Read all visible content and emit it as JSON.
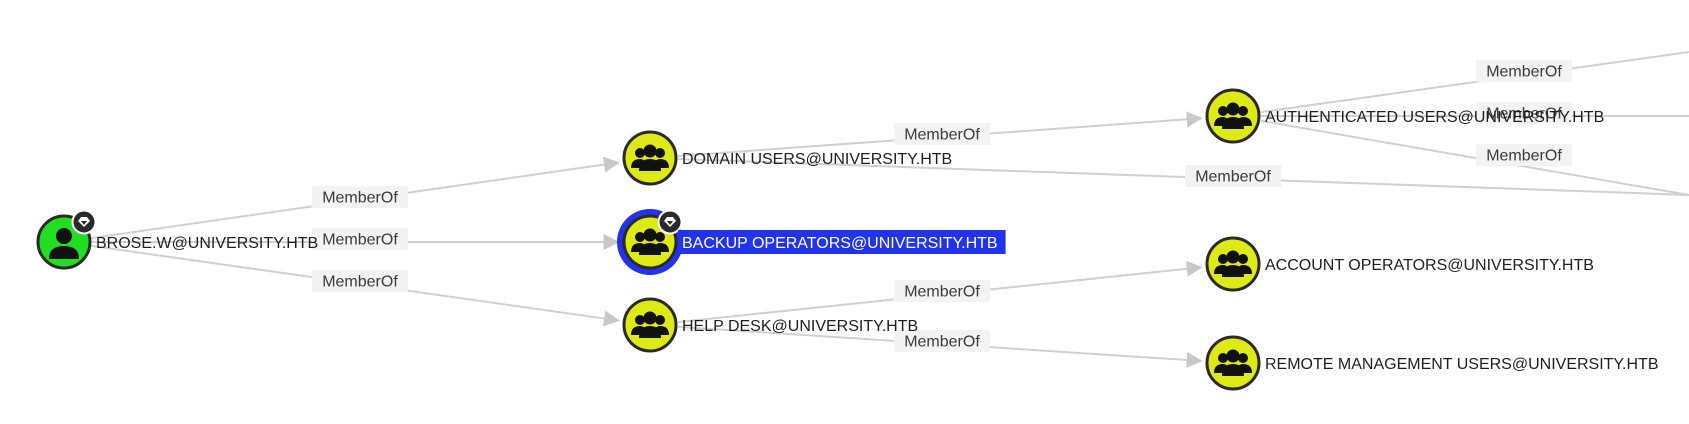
{
  "colors": {
    "user_node": "#22dd22",
    "group_node": "#ddea16",
    "node_border": "#2a2a2a",
    "selected_ring": "#2233ee",
    "selected_label_bg": "#2233ee",
    "edge": "#d0d0d0"
  },
  "graph": {
    "nodes": [
      {
        "id": "brose",
        "label": "BROSE.W@UNIVERSITY.HTB",
        "kind": "user",
        "icon": "user-icon",
        "badge": "high-value-badge-icon",
        "selected": false
      },
      {
        "id": "domain_users",
        "label": "DOMAIN USERS@UNIVERSITY.HTB",
        "kind": "group",
        "icon": "group-icon",
        "selected": false
      },
      {
        "id": "backup_ops",
        "label": "BACKUP OPERATORS@UNIVERSITY.HTB",
        "kind": "group",
        "icon": "group-icon",
        "badge": "high-value-badge-icon",
        "selected": true
      },
      {
        "id": "help_desk",
        "label": "HELP DESK@UNIVERSITY.HTB",
        "kind": "group",
        "icon": "group-icon",
        "selected": false
      },
      {
        "id": "auth_users",
        "label": "AUTHENTICATED USERS@UNIVERSITY.HTB",
        "kind": "group",
        "icon": "group-icon",
        "selected": false
      },
      {
        "id": "account_ops",
        "label": "ACCOUNT OPERATORS@UNIVERSITY.HTB",
        "kind": "group",
        "icon": "group-icon",
        "selected": false
      },
      {
        "id": "remote_mgmt",
        "label": "REMOTE MANAGEMENT USERS@UNIVERSITY.HTB",
        "kind": "group",
        "icon": "group-icon",
        "selected": false
      }
    ],
    "edges": [
      {
        "from": "brose",
        "to": "domain_users",
        "label": "MemberOf"
      },
      {
        "from": "brose",
        "to": "backup_ops",
        "label": "MemberOf"
      },
      {
        "from": "brose",
        "to": "help_desk",
        "label": "MemberOf"
      },
      {
        "from": "domain_users",
        "to": "auth_users",
        "label": "MemberOf"
      },
      {
        "from": "domain_users",
        "to": "offscreen_c",
        "label": "MemberOf"
      },
      {
        "from": "auth_users",
        "to": "offscreen_a",
        "label": "MemberOf"
      },
      {
        "from": "auth_users",
        "to": "offscreen_b",
        "label": "MemberOf"
      },
      {
        "from": "auth_users",
        "to": "offscreen_c",
        "label": "MemberOf"
      },
      {
        "from": "help_desk",
        "to": "account_ops",
        "label": "MemberOf"
      },
      {
        "from": "help_desk",
        "to": "remote_mgmt",
        "label": "MemberOf"
      }
    ]
  }
}
